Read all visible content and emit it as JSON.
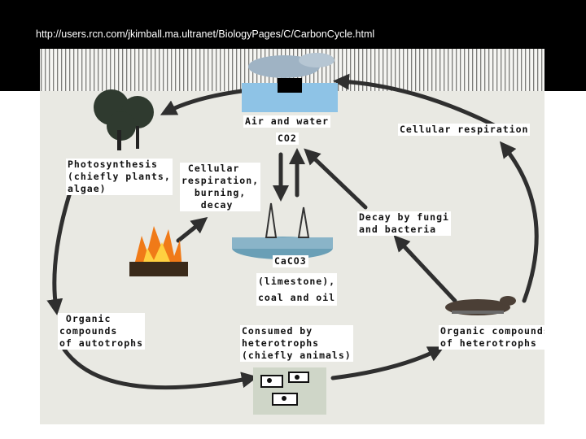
{
  "header": {
    "url": "http://users.rcn.com/jkimball.ma.ultranet/BiologyPages/C/CarbonCycle.html"
  },
  "diagram": {
    "air_water": "Air and water",
    "co2": "CO2",
    "cellular_respiration_right": "Cellular respiration",
    "photosynthesis": "Photosynthesis\n(chiefly plants,\nalgae)",
    "cellular_respiration_center": " Cellular\nrespiration,\n  burning,\n   decay",
    "decay": "Decay by fungi\nand bacteria",
    "caco3": "CaCO3",
    "limestone": "(limestone),\ncoal and oil",
    "organic_autotrophs": " Organic\ncompounds\nof autotrophs",
    "consumed": "Consumed by\nheterotrophs\n(chiefly animals)",
    "organic_heterotrophs": "Organic compounds\nof heterotrophs"
  },
  "colors": {
    "arrow": "#2f2f2f",
    "background": "#e9e9e3",
    "water": "#8ec3e6",
    "fire": "#f07a18"
  }
}
